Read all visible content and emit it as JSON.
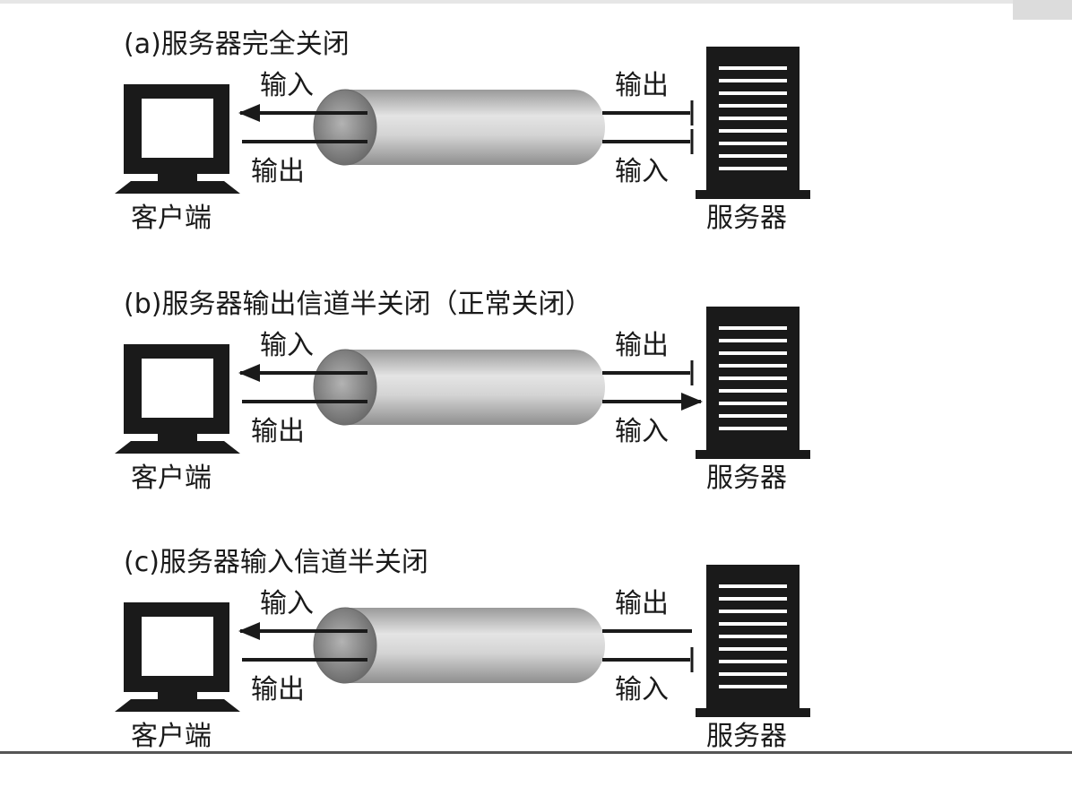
{
  "colors": {
    "ink": "#1a1a1a",
    "pipe_mid": "#d9d9d9",
    "pipe_dark": "#8a8a8a",
    "background": "#ffffff"
  },
  "icons": {
    "client": "computer-monitor-icon",
    "server": "server-tower-icon"
  },
  "panels": [
    {
      "title": "(a)服务器完全关闭",
      "client_label": "客户端",
      "server_label": "服务器",
      "client_top_label": "输入",
      "client_bottom_label": "输出",
      "server_top_label": "输出",
      "server_bottom_label": "输入",
      "top_line": "blocked-at-server",
      "bottom_line": "blocked-at-server"
    },
    {
      "title": "(b)服务器输出信道半关闭（正常关闭）",
      "client_label": "客户端",
      "server_label": "服务器",
      "client_top_label": "输入",
      "client_bottom_label": "输出",
      "server_top_label": "输出",
      "server_bottom_label": "输入",
      "top_line": "blocked-at-server",
      "bottom_line": "open-to-server"
    },
    {
      "title": "(c)服务器输入信道半关闭",
      "client_label": "客户端",
      "server_label": "服务器",
      "client_top_label": "输入",
      "client_bottom_label": "输出",
      "server_top_label": "输出",
      "server_bottom_label": "输入",
      "top_line": "open-from-server",
      "bottom_line": "blocked-at-server"
    }
  ]
}
